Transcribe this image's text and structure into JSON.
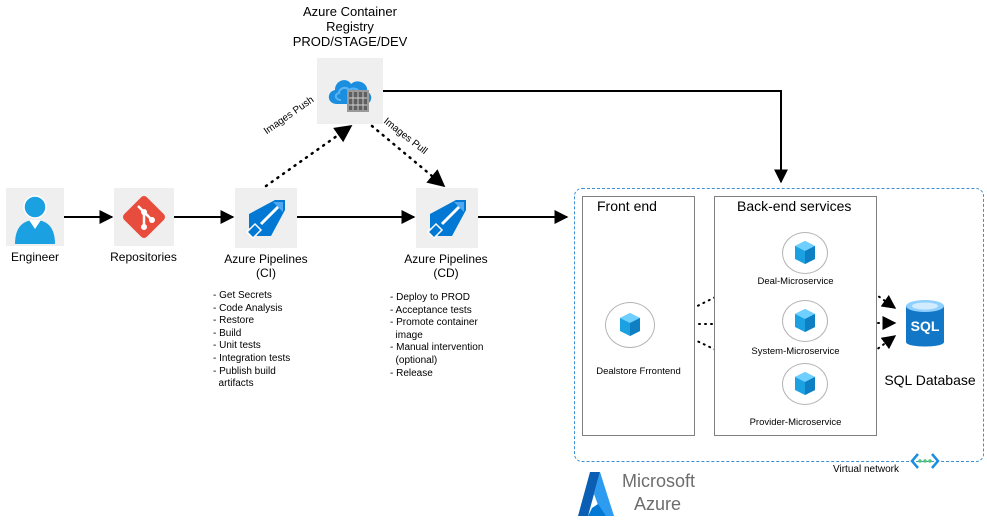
{
  "registry": {
    "title_lines": [
      "Azure Container",
      "Registry",
      "PROD/STAGE/DEV"
    ]
  },
  "edges": {
    "images_push": "Images Push",
    "images_pull": "Images Pull"
  },
  "engineer": {
    "label": "Engineer"
  },
  "repositories": {
    "label": "Repositories"
  },
  "ci": {
    "label_lines": [
      "Azure Pipelines",
      "(CI)"
    ],
    "steps": [
      "- Get Secrets",
      "- Code Analysis",
      "- Restore",
      "- Build",
      "- Unit tests",
      "- Integration tests",
      "- Publish build",
      "  artifacts"
    ]
  },
  "cd": {
    "label_lines": [
      "Azure Pipelines",
      "(CD)"
    ],
    "steps": [
      "- Deploy to PROD",
      "- Acceptance tests",
      "- Promote container",
      "  image",
      "- Manual intervention",
      "  (optional)",
      "- Release"
    ]
  },
  "frontend": {
    "title": "Front end",
    "service": "Dealstore Frrontend"
  },
  "backend": {
    "title": "Back-end services",
    "services": [
      "Deal-Microservice",
      "System-Microservice",
      "Provider-Microservice"
    ]
  },
  "database": {
    "label": "SQL Database",
    "icon_text": "SQL"
  },
  "vnet": {
    "label": "Virtual network"
  },
  "brand": {
    "line1": "Microsoft",
    "line2": "Azure"
  },
  "colors": {
    "azure_blue": "#0078d4",
    "git_red": "#e74c3c",
    "cube_blue": "#1ba1e2",
    "vnet_border": "#3b8ed3",
    "text_gray": "#6d6d6d"
  }
}
